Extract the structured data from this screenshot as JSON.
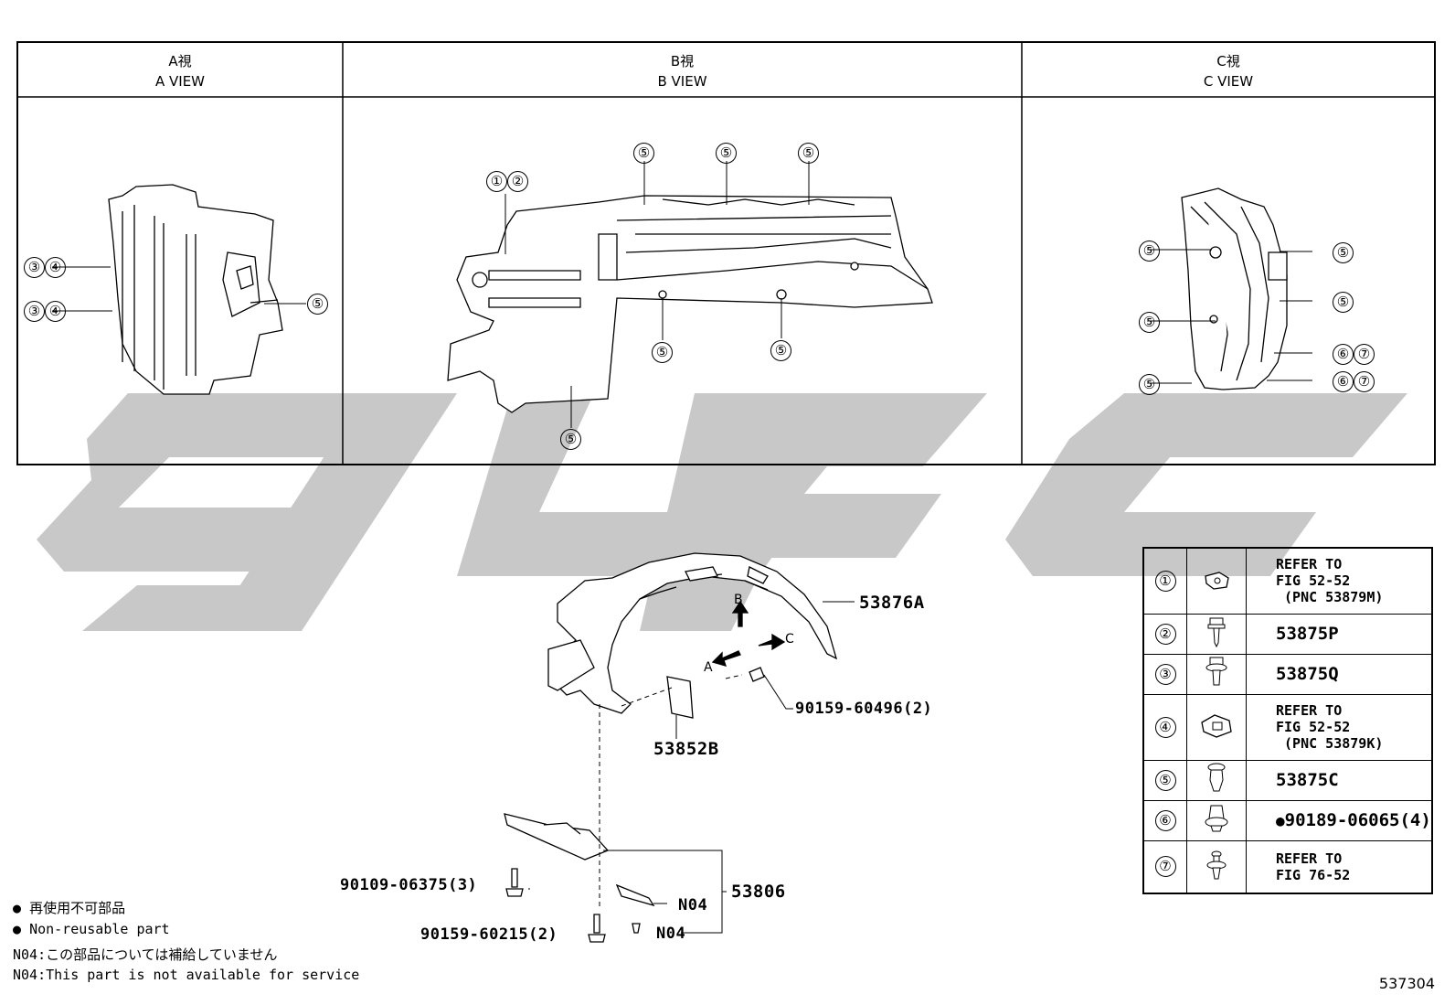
{
  "views": [
    {
      "jp": "A視",
      "en": "A VIEW"
    },
    {
      "jp": "B視",
      "en": "B VIEW"
    },
    {
      "jp": "C視",
      "en": "C VIEW"
    }
  ],
  "callout_numbers": [
    "①",
    "②",
    "③",
    "④",
    "⑤",
    "⑥",
    "⑦"
  ],
  "part_codes": {
    "liner": "53876A",
    "seal": "53852B",
    "screw_upper": "90159-60496(2)",
    "bolt_left": "90109-06375(3)",
    "bolt_lower": "90159-60215(2)",
    "shield": "53806",
    "n04_a": "N04",
    "n04_b": "N04"
  },
  "arrows": {
    "a": "A",
    "b": "B",
    "c": "C"
  },
  "legend": [
    {
      "num": "①",
      "icon": "clip-nut-icon",
      "text": "REFER TO\nFIG 52-52\n (PNC 53879M)",
      "reuse": false
    },
    {
      "num": "②",
      "icon": "screw-icon",
      "text": "53875P",
      "reuse": false
    },
    {
      "num": "③",
      "icon": "bolt-washer-icon",
      "text": "53875Q",
      "reuse": false
    },
    {
      "num": "④",
      "icon": "nut-clip-icon",
      "text": "REFER TO\nFIG 52-52\n (PNC 53879K)",
      "reuse": false
    },
    {
      "num": "⑤",
      "icon": "push-clip-icon",
      "text": "53875C",
      "reuse": false
    },
    {
      "num": "⑥",
      "icon": "rivet-clip-icon",
      "text": "90189-06065(4)",
      "reuse": true
    },
    {
      "num": "⑦",
      "icon": "grommet-clip-icon",
      "text": "REFER TO\nFIG 76-52",
      "reuse": false
    }
  ],
  "notes": [
    {
      "bullet": "●",
      "text": "再使用不可部品"
    },
    {
      "bullet": "●",
      "text": "Non-reusable part"
    },
    {
      "bullet": "",
      "text": "N04:この部品については補給していません"
    },
    {
      "bullet": "",
      "text": "N04:This part is not available for service"
    }
  ],
  "figure_id": "537304",
  "watermark_color": "#c8c8c8"
}
